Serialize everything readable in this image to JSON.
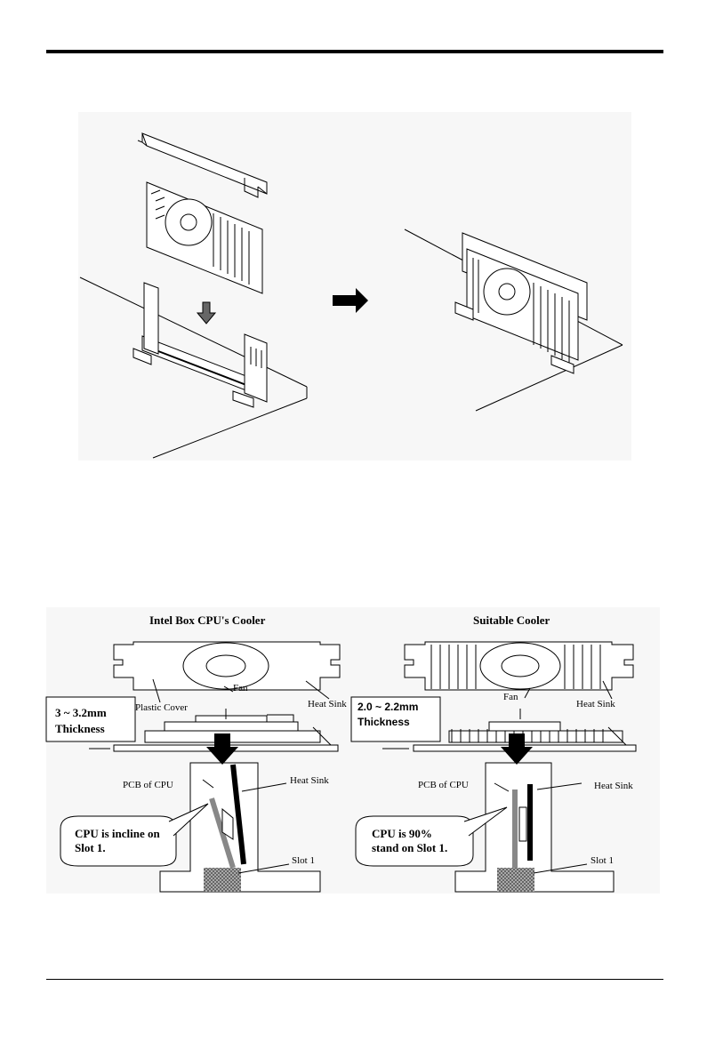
{
  "diagram": {
    "left": {
      "title": "Intel Box CPU's Cooler",
      "fan": "Fan",
      "plastic_cover": "Plastic Cover",
      "heat_sink": "Heat Sink",
      "thickness_value": "3 ~ 3.2mm",
      "thickness_word": "Thickness",
      "pcb": "PCB of CPU",
      "heat_sink_2": "Heat Sink",
      "callout_line1": "CPU is incline on",
      "callout_line2": "Slot 1.",
      "slot": "Slot 1"
    },
    "right": {
      "title": "Suitable Cooler",
      "fan": "Fan",
      "heat_sink": "Heat Sink",
      "thickness_value": "2.0 ~ 2.2mm",
      "thickness_word": "Thickness",
      "pcb": "PCB of CPU",
      "heat_sink_2": "Heat Sink",
      "callout_line1": "CPU is 90%",
      "callout_line2": "stand on Slot 1.",
      "slot": "Slot 1"
    }
  }
}
